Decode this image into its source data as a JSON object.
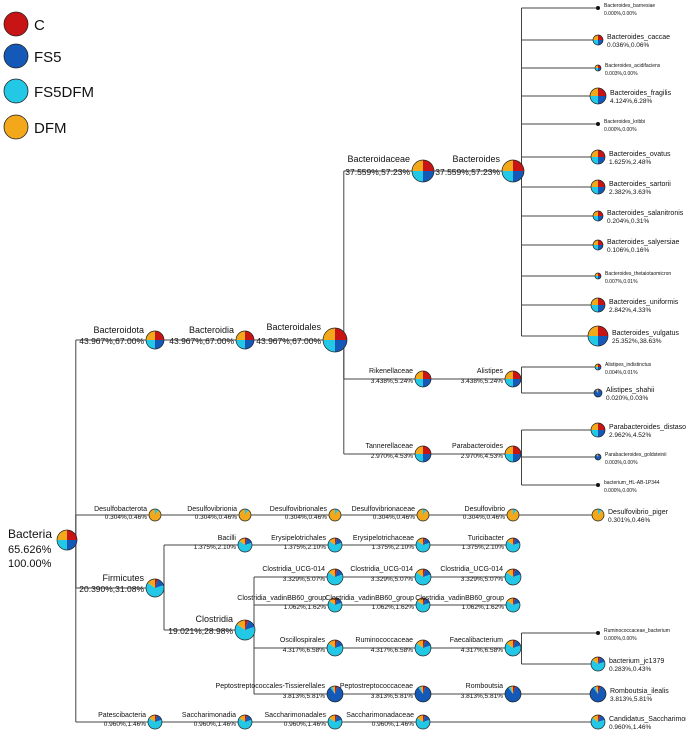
{
  "legend": [
    {
      "label": "C",
      "color": "#c81414"
    },
    {
      "label": "FS5",
      "color": "#1459b8"
    },
    {
      "label": "FS5DFM",
      "color": "#22c8e6"
    },
    {
      "label": "DFM",
      "color": "#f2a81a"
    }
  ],
  "root": {
    "name": "Bacteria",
    "pct": "65.626%",
    "sub": "100.00%"
  },
  "nodes": {
    "bacteroidota": {
      "name": "Bacteroidota",
      "pct": "43.967%,67.00%"
    },
    "bacteroidia": {
      "name": "Bacteroidia",
      "pct": "43.967%,67.00%"
    },
    "bacteroidales": {
      "name": "Bacteroidales",
      "pct": "43.967%,67.00%"
    },
    "bacteroidaceae": {
      "name": "Bacteroidaceae",
      "pct": "37.559%,57.23%"
    },
    "bacteroides": {
      "name": "Bacteroides",
      "pct": "37.559%,57.23%"
    },
    "rikenellaceae": {
      "name": "Rikenellaceae",
      "pct": "3.438%,5.24%"
    },
    "alistipes": {
      "name": "Alistipes",
      "pct": "3.438%,5.24%"
    },
    "tannerellaceae": {
      "name": "Tannerellaceae",
      "pct": "2.970%,4.53%"
    },
    "parabacteroides": {
      "name": "Parabacteroides",
      "pct": "2.970%,4.53%"
    },
    "desulfobacterota": {
      "name": "Desulfobacterota",
      "pct": "0.304%,0.46%"
    },
    "desulfovibrionia": {
      "name": "Desulfovibrionia",
      "pct": "0.304%,0.46%"
    },
    "desulfovibrionales": {
      "name": "Desulfovibrionales",
      "pct": "0.304%,0.46%"
    },
    "desulfovibrionaceae": {
      "name": "Desulfovibrionaceae",
      "pct": "0.304%,0.46%"
    },
    "desulfovibrio": {
      "name": "Desulfovibrio",
      "pct": "0.304%,0.46%"
    },
    "firmicutes": {
      "name": "Firmicutes",
      "pct": "20.390%,31.08%"
    },
    "bacilli": {
      "name": "Bacilli",
      "pct": "1.375%,2.10%"
    },
    "erysipelotrichales": {
      "name": "Erysipelotrichales",
      "pct": "1.375%,2.10%"
    },
    "erysipelotrichaceae": {
      "name": "Erysipelotrichaceae",
      "pct": "1.375%,2.10%"
    },
    "turicibacter": {
      "name": "Turicibacter",
      "pct": "1.375%,2.10%"
    },
    "clostridia": {
      "name": "Clostridia",
      "pct": "19.021%,28.98%"
    },
    "clostridia_ucg014_o": {
      "name": "Clostridia_UCG-014",
      "pct": "3.329%,5.07%"
    },
    "clostridia_ucg014_f": {
      "name": "Clostridia_UCG-014",
      "pct": "3.329%,5.07%"
    },
    "clostridia_ucg014_g": {
      "name": "Clostridia_UCG-014",
      "pct": "3.329%,5.07%"
    },
    "clostridia_vadin_o": {
      "name": "Clostridia_vadinBB60_group",
      "pct": "1.062%,1.62%"
    },
    "clostridia_vadin_f": {
      "name": "Clostridia_vadinBB60_group",
      "pct": "1.062%,1.62%"
    },
    "clostridia_vadin_g": {
      "name": "Clostridia_vadinBB60_group",
      "pct": "1.062%,1.62%"
    },
    "oscillospirales": {
      "name": "Oscillospirales",
      "pct": "4.317%,6.58%"
    },
    "ruminococcaceae": {
      "name": "Ruminococcaceae",
      "pct": "4.317%,6.58%"
    },
    "faecalibacterium": {
      "name": "Faecalibacterium",
      "pct": "4.317%,6.58%"
    },
    "peptostreptococcales": {
      "name": "Peptostreptococcales-Tissierellales",
      "pct": "3.813%,5.81%"
    },
    "peptostreptococcaceae": {
      "name": "Peptostreptococcaceae",
      "pct": "3.813%,5.81%"
    },
    "romboutsia": {
      "name": "Romboutsia",
      "pct": "3.813%,5.81%"
    },
    "patescibacteria": {
      "name": "Patescibacteria",
      "pct": "0.960%,1.46%"
    },
    "saccharimonadia": {
      "name": "Saccharimonadia",
      "pct": "0.960%,1.46%"
    },
    "saccharimonadales": {
      "name": "Saccharimonadales",
      "pct": "0.960%,1.46%"
    },
    "saccharimonadaceae": {
      "name": "Saccharimonadaceae",
      "pct": "0.960%,1.46%"
    }
  },
  "species": {
    "b_barnesiae": {
      "name": "Bacteroides_barnesiae",
      "pct": "0.000%,0.00%"
    },
    "b_caccae": {
      "name": "Bacteroides_caccae",
      "pct": "0.036%,0.06%"
    },
    "b_acidifaciens": {
      "name": "Bacteroides_acidifaciens",
      "pct": "0.003%,0.00%"
    },
    "b_fragilis": {
      "name": "Bacteroides_fragilis",
      "pct": "4.124%,6.28%"
    },
    "b_kribbi": {
      "name": "Bacteroides_kribbi",
      "pct": "0.000%,0.00%"
    },
    "b_ovatus": {
      "name": "Bacteroides_ovatus",
      "pct": "1.625%,2.48%"
    },
    "b_sartorii": {
      "name": "Bacteroides_sartorii",
      "pct": "2.382%,3.63%"
    },
    "b_salanitronis": {
      "name": "Bacteroides_salanitronis",
      "pct": "0.204%,0.31%"
    },
    "b_salyersiae": {
      "name": "Bacteroides_salyersiae",
      "pct": "0.106%,0.16%"
    },
    "b_thetaiotaomicron": {
      "name": "Bacteroides_thetaiotaomicron",
      "pct": "0.007%,0.01%"
    },
    "b_uniformis": {
      "name": "Bacteroides_uniformis",
      "pct": "2.842%,4.33%"
    },
    "b_vulgatus": {
      "name": "Bacteroides_vulgatus",
      "pct": "25.352%,38.63%"
    },
    "a_indistinctus": {
      "name": "Alistipes_indistinctus",
      "pct": "0.004%,0.01%"
    },
    "a_shahii": {
      "name": "Alistipes_shahii",
      "pct": "0.020%,0.03%"
    },
    "p_distasonis": {
      "name": "Parabacteroides_distasonis",
      "pct": "2.962%,4.52%"
    },
    "p_goldsteinii": {
      "name": "Parabacteroides_goldsteinii",
      "pct": "0.003%,0.00%"
    },
    "p_bacterium": {
      "name": "bacterium_HL-AB-1P344",
      "pct": "0.000%,0.00%"
    },
    "d_piger": {
      "name": "Desulfovibrio_piger",
      "pct": "0.301%,0.46%"
    },
    "r_bacterium": {
      "name": "Ruminococcaceae_bacterium",
      "pct": "0.000%,0.00%"
    },
    "r_jc1379": {
      "name": "bacterium_jc1379",
      "pct": "0.283%,0.43%"
    },
    "r_ilealis": {
      "name": "Romboutsia_ilealis",
      "pct": "3.813%,5.81%"
    },
    "c_saccharimonas": {
      "name": "Candidatus_Saccharimonas",
      "pct": "0.960%,1.46%"
    }
  }
}
